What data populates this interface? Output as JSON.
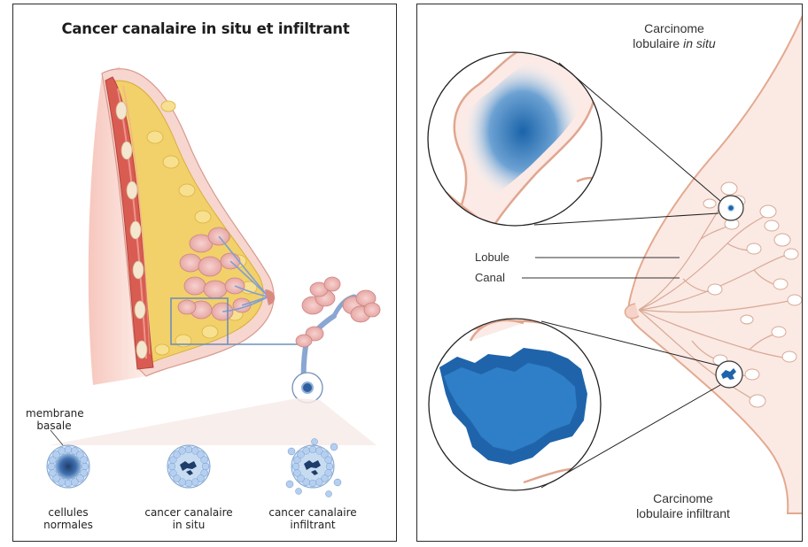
{
  "left_panel": {
    "title": "Cancer canalaire in situ et infiltrant",
    "membrane_label": [
      "membrane",
      "basale"
    ],
    "stages": [
      {
        "line1": "cellules",
        "line2": "normales"
      },
      {
        "line1": "cancer canalaire",
        "line2": "in situ"
      },
      {
        "line1": "cancer canalaire",
        "line2": "infiltrant"
      }
    ]
  },
  "right_panel": {
    "top_label": {
      "line1": "Carcinome",
      "line2_prefix": "lobulaire ",
      "line2_italic": "in situ"
    },
    "lobule_label": "Lobule",
    "canal_label": "Canal",
    "bottom_label": {
      "line1": "Carcinome",
      "line2": "lobulaire infiltrant"
    }
  },
  "colors": {
    "skin": "#f3c9c0",
    "fat": "#f2d36b",
    "muscle": "#d9584f",
    "cell_blue": "#2f6fb2",
    "tumor_blue": "#1f64ab",
    "wall": "#d79f8a"
  }
}
